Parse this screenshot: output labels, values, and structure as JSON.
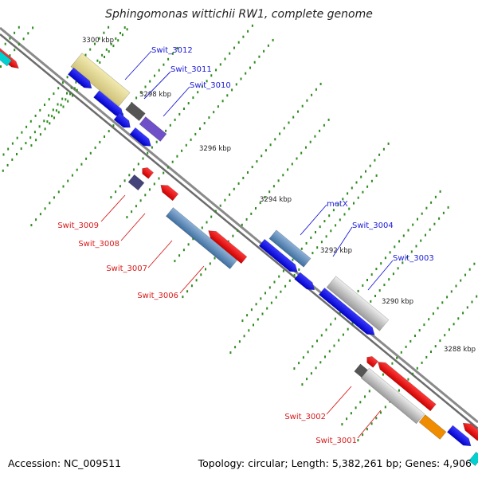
{
  "title": "Sphingomonas wittichii RW1, complete genome",
  "footer": {
    "accession": "Accession: NC_009511",
    "summary": "Topology: circular; Length: 5,382,261 bp; Genes: 4,906"
  },
  "ticks": [
    "3300 kbp",
    "3298 kbp",
    "3296 kbp",
    "3294 kbp",
    "3292 kbp",
    "3290 kbp",
    "3288 kbp"
  ],
  "gene_labels": {
    "Swit_3012": "Swit_3012",
    "Swit_3011": "Swit_3011",
    "Swit_3010": "Swit_3010",
    "metX": "metX",
    "Swit_3004": "Swit_3004",
    "Swit_3003": "Swit_3003",
    "Swit_3009": "Swit_3009",
    "Swit_3008": "Swit_3008",
    "Swit_3007": "Swit_3007",
    "Swit_3006": "Swit_3006",
    "Swit_3002": "Swit_3002",
    "Swit_3001": "Swit_3001"
  },
  "colors": {
    "forward_label": "#1a1ad6",
    "reverse_label": "#d61a1a",
    "cds_forward": "#0000ee",
    "cds_reverse": "#ee0000",
    "backbone": "#777777",
    "tick_dots": "#2e8b1e"
  }
}
